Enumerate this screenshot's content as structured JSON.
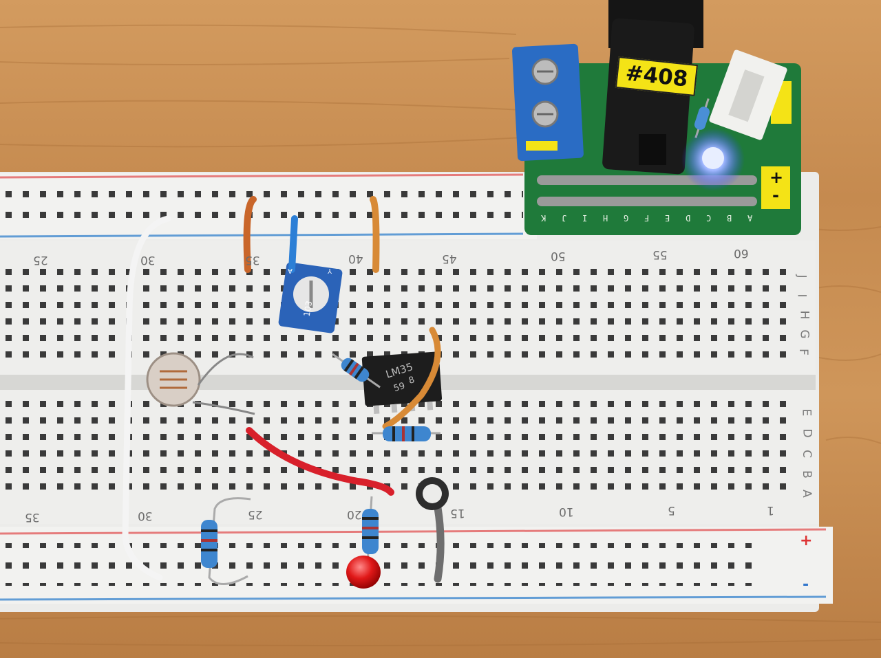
{
  "scene": {
    "description_free": true,
    "colors": {
      "wood": "#c98f54",
      "breadboard": "#ececea",
      "pcb": "#1f7a3a",
      "red_rail": "#e04a4a",
      "blue_rail": "#3f88cf",
      "terminal_block": "#2a6cc4"
    }
  },
  "breadboard": {
    "top_numbers": [
      "25",
      "30",
      "35",
      "40",
      "45",
      "50",
      "55",
      "60"
    ],
    "bottom_numbers": [
      "35",
      "30",
      "25",
      "20",
      "15",
      "10",
      "5",
      "1"
    ],
    "row_letters_top": [
      "J",
      "I",
      "H",
      "G",
      "F"
    ],
    "row_letters_bottom": [
      "E",
      "D",
      "C",
      "B",
      "A"
    ],
    "rail_plus": "+",
    "rail_minus": "-"
  },
  "pcb": {
    "label": "#408",
    "row_letters": [
      "K",
      "J",
      "I",
      "H",
      "G",
      "F",
      "E",
      "D",
      "C",
      "B",
      "A"
    ],
    "sign_plus": "+",
    "sign_minus": "-"
  },
  "ic": {
    "marking_line1": "LM35",
    "marking_line2": "8",
    "marking_line3": "59"
  },
  "trimmer": {
    "marking": "103",
    "pin_labels": [
      "A",
      "Y"
    ]
  }
}
